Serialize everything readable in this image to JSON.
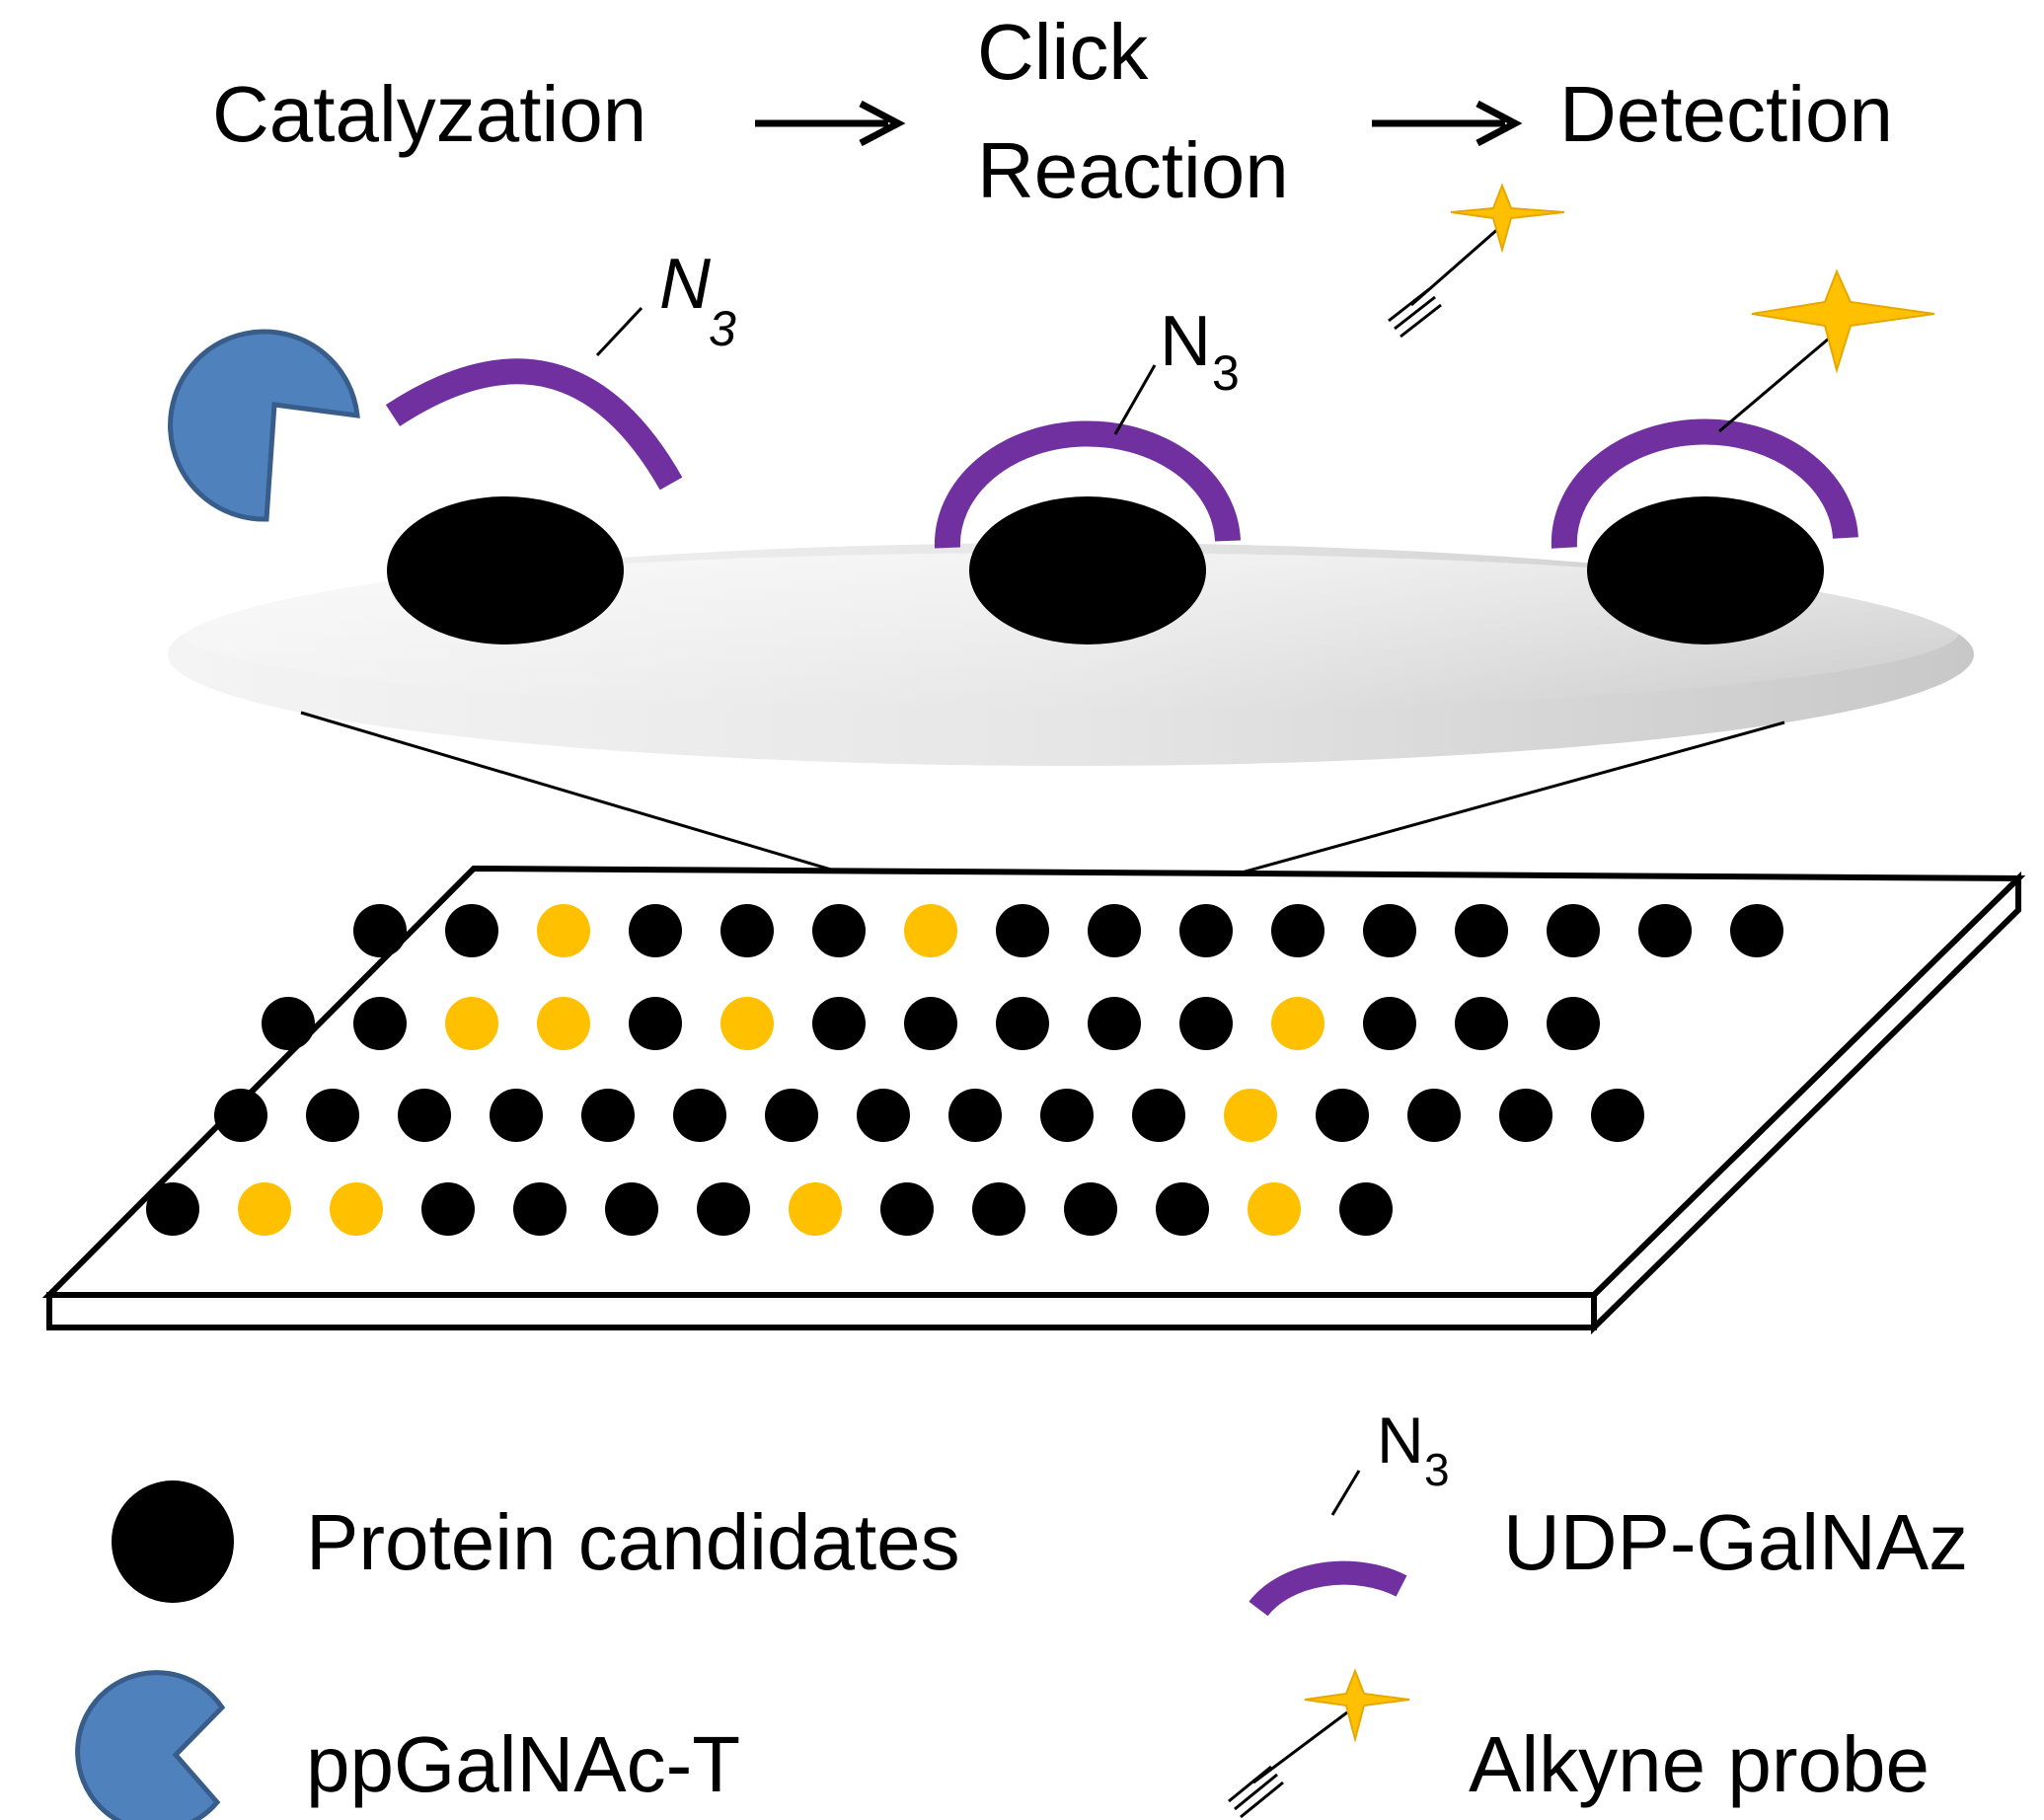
{
  "steps": {
    "catalyzation": "Catalyzation",
    "click_line1": "Click",
    "click_line2": "Reaction",
    "detection": "Detection"
  },
  "azide": {
    "symbol": "N",
    "subscript": "3"
  },
  "legend": {
    "protein": "Protein candidates",
    "enzyme": "ppGalNAc-T",
    "sugar": "UDP-GalNAz",
    "probe": "Alkyne probe"
  },
  "colors": {
    "protein": "#000000",
    "enzyme": "#4f81bd",
    "sugar": "#7030a0",
    "probe": "#ffc000",
    "detected_spot": "#ffc000"
  },
  "array": {
    "rows": [
      [
        0,
        0,
        1,
        0,
        0,
        0,
        1,
        0,
        0,
        0,
        0,
        0,
        0,
        0,
        0,
        0
      ],
      [
        0,
        0,
        1,
        1,
        0,
        1,
        0,
        0,
        0,
        0,
        0,
        1,
        0,
        0,
        0
      ],
      [
        0,
        0,
        0,
        0,
        0,
        0,
        0,
        0,
        0,
        0,
        0,
        1,
        0,
        0,
        0,
        0
      ],
      [
        0,
        1,
        1,
        0,
        0,
        0,
        0,
        1,
        0,
        0,
        0,
        0,
        1,
        0
      ]
    ]
  }
}
